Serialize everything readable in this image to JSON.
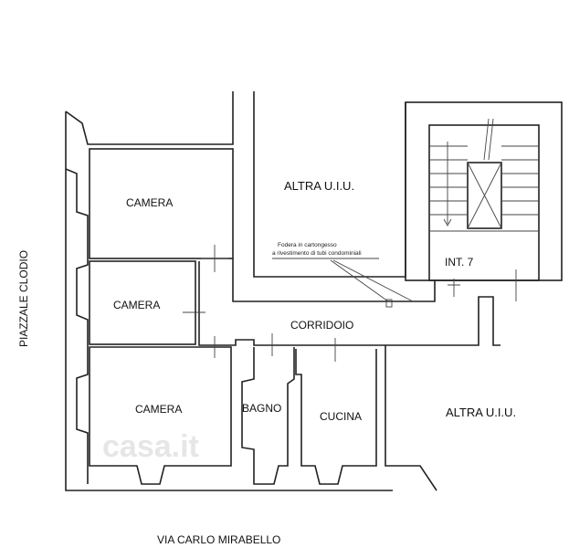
{
  "plan": {
    "rooms": {
      "camera_1": "CAMERA",
      "camera_2": "CAMERA",
      "camera_3": "CAMERA",
      "corridoio": "CORRIDOIO",
      "bagno": "BAGNO",
      "cucina": "CUCINA",
      "altra_top": "ALTRA U.I.U.",
      "altra_right": "ALTRA U.I.U.",
      "int": "INT. 7"
    },
    "note_line_1": "Fodera in cartongesso",
    "note_line_2": "a rivestimento di tubi condominiali",
    "street_left": "PIAZZALE CLODIO",
    "street_bottom": "VIA CARLO MIRABELLO",
    "watermark": "casa.it"
  }
}
